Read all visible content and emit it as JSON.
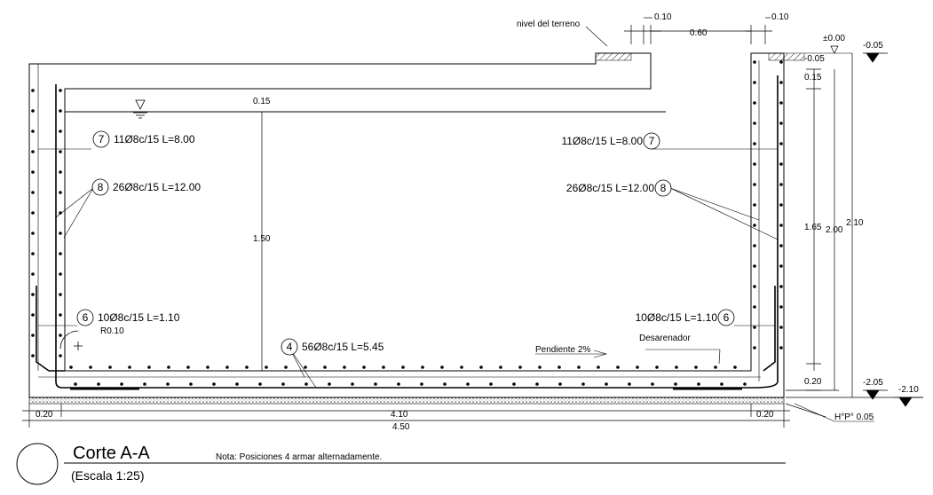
{
  "title": "Corte A-A",
  "scale": "(Escala 1:25)",
  "note": "Nota: Posiciones 4 armar alternadamente.",
  "ground_label": "nivel del terreno",
  "dims": {
    "top_w1": "0.10",
    "top_w2": "0.10",
    "top_gap": "0.60",
    "left_wall": "0.20",
    "inner": "4.10",
    "right_wall": "0.20",
    "total": "4.50",
    "slab_top": "0.15",
    "water": "1.50",
    "lvl_pm": "±0.00",
    "lvl_m005": "-0.05",
    "lvl_m005b": "-0.05",
    "lvl_015": "0.15",
    "lvl_165": "1.65",
    "lvl_200": "2.00",
    "lvl_210": "2.10",
    "lvl_020": "0.20",
    "lvl_m205": "-2.05",
    "lvl_m210": "-2.10",
    "hp": "H°P° 0.05",
    "radius": "R0.10"
  },
  "rebar": {
    "p7_left": "11Ø8c/15 L=8.00",
    "p7_right": "11Ø8c/15 L=8.00",
    "p8_left": "26Ø8c/15 L=12.00",
    "p8_right": "26Ø8c/15 L=12.00",
    "p6_left": "10Ø8c/15 L=1.10",
    "p6_right": "10Ø8c/15 L=1.10",
    "p4": "56Ø8c/15 L=5.45"
  },
  "markers": {
    "m7": "7",
    "m8": "8",
    "m6": "6",
    "m4": "4"
  },
  "slope": "Pendiente 2%",
  "desander": "Desarenador"
}
